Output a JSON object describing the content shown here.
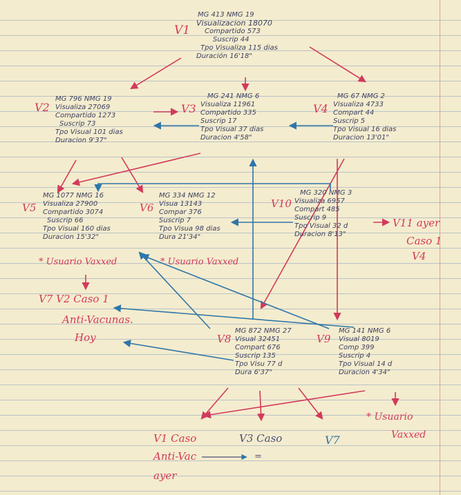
{
  "nodes": {
    "v1": {
      "label": "V1",
      "lines": [
        "MG 413  NMG 19",
        "Visualizacion  18070",
        "Compartido  573",
        "Suscrip  44",
        "Tpo Visualiza 115 dias",
        "Duración  16'18\""
      ]
    },
    "v2": {
      "label": "V2",
      "lines": [
        "MG 796  NMG 19",
        "Visualiza  27069",
        "Compartido 1273",
        "Suscrip  73",
        "Tpo Visual  101 dias",
        "Duracion  9'37\""
      ]
    },
    "v3": {
      "label": "V3",
      "lines": [
        "MG 241  NMG 6",
        "Visualiza  11961",
        "Compartido 335",
        "Suscrip  17",
        "Tpo Visual  37 dias",
        "Duracion  4'58\""
      ]
    },
    "v4": {
      "label": "V4",
      "lines": [
        "MG 67  NMG 2",
        "Visualiza  4733",
        "Compart  44",
        "Suscrip  5",
        "Tpo Visual  16 dias",
        "Duracion  13'01\""
      ]
    },
    "v5": {
      "label": "V5",
      "lines": [
        "MG 1077  NMG 16",
        "Visualiza  27900",
        "Compartido 3074",
        "Suscrip  66",
        "Tpo Visual  160 dias",
        "Duracion  15'32\""
      ]
    },
    "v6": {
      "label": "V6",
      "lines": [
        "MG 334  NMG 12",
        "Visua  13143",
        "Compar  376",
        "Suscrip  7",
        "Tpo Visua  98 dias",
        "Dura  21'34\""
      ]
    },
    "v10": {
      "label": "V10",
      "lines": [
        "MG 320  NMG 3",
        "Visualiza  6957",
        "Compart  485",
        "Suscrip  9",
        "Tpo Visual  32 d",
        "Duracion  8'13\""
      ]
    },
    "v8": {
      "label": "V8",
      "lines": [
        "MG 872  NMG 27",
        "Visual  32451",
        "Compart  676",
        "Suscrip  135",
        "Tpo Visu  77 d",
        "Dura  6'37\""
      ]
    },
    "v9": {
      "label": "V9",
      "lines": [
        "MG 141  NMG 6",
        "Visual  8019",
        "Comp  399",
        "Suscrip  4",
        "Tpo Visual  14 d",
        "Duracion  4'34\""
      ]
    }
  },
  "notes": {
    "v11": "V11 ayer",
    "caso1_a": "Caso 1",
    "caso1_b": "V4",
    "vaxxed_1": "* Usuario Vaxxed",
    "vaxxed_2": "* Usuario Vaxxed",
    "v7_line1": "V7  V2 Caso 1",
    "v7_line2": "Anti-Vacunas.",
    "v7_line3": "Hoy",
    "vaxxed_3_a": "* Usuario",
    "vaxxed_3_b": "Vaxxed",
    "bottom_a1": "V1 Caso",
    "bottom_a2": "Anti-Vac",
    "bottom_a3": "ayer",
    "bottom_b": "V3 Caso",
    "bottom_c": "V7",
    "bottom_eq": "="
  },
  "colors": {
    "red": "#d23a5c",
    "blue": "#2f76a8",
    "ink": "#3b3f60"
  }
}
